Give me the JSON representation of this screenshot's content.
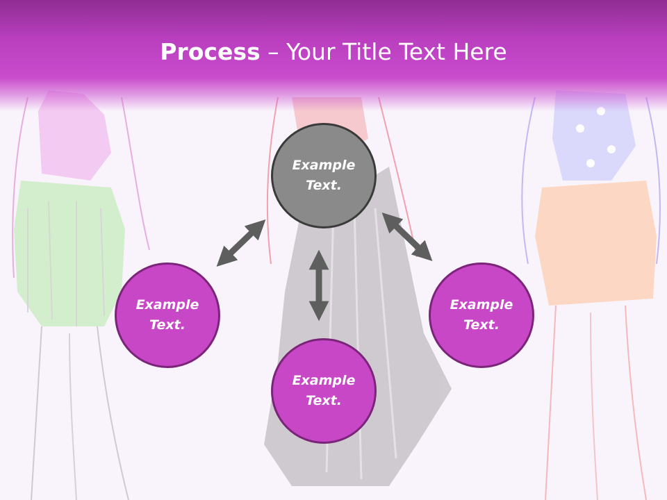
{
  "title": {
    "bold": "Process",
    "rest": " – Your Title Text Here"
  },
  "nodes": {
    "top": {
      "line1": "Example",
      "line2": "Text."
    },
    "left": {
      "line1": "Example",
      "line2": "Text."
    },
    "bottom": {
      "line1": "Example",
      "line2": "Text."
    },
    "right": {
      "line1": "Example",
      "line2": "Text."
    }
  },
  "colors": {
    "header": "#b93fbf",
    "node_pink": "#c747c6",
    "node_gray": "#8a8a8a",
    "arrow": "#5e5e5e"
  }
}
